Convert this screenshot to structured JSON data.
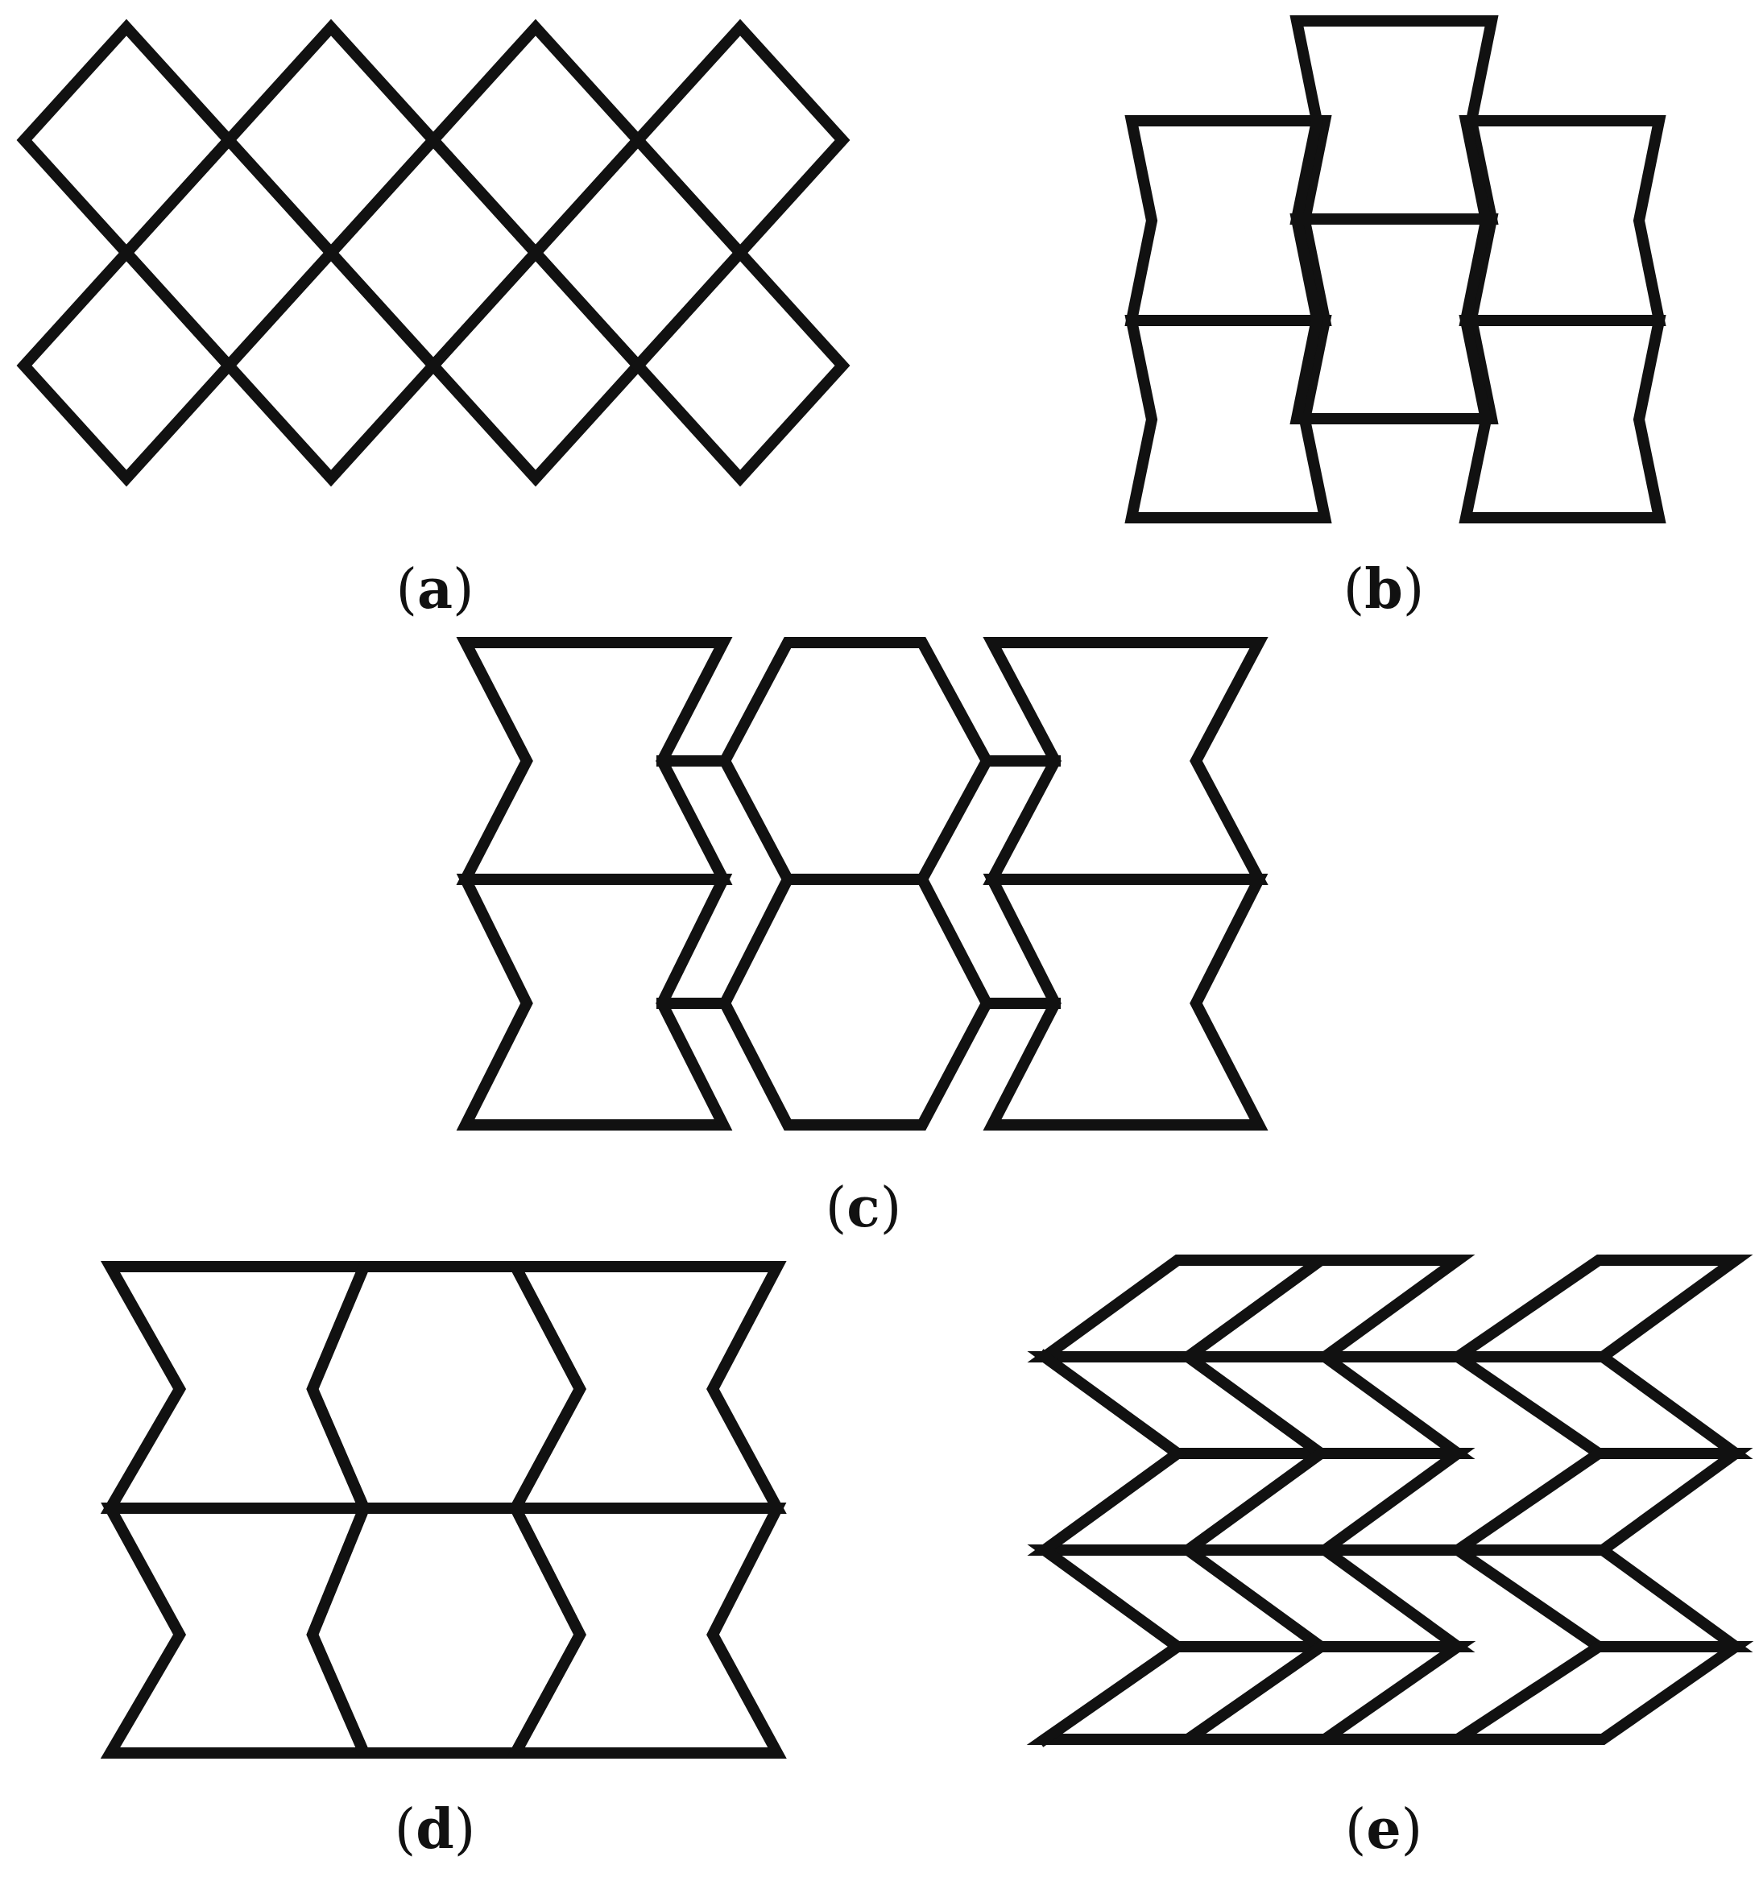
{
  "figure": {
    "stroke_color": "#111111",
    "background_color": "#ffffff",
    "panels": [
      {
        "id": "a",
        "label": "a"
      },
      {
        "id": "b",
        "label": "b"
      },
      {
        "id": "c",
        "label": "c"
      },
      {
        "id": "d",
        "label": "d"
      },
      {
        "id": "e",
        "label": "e"
      }
    ]
  }
}
